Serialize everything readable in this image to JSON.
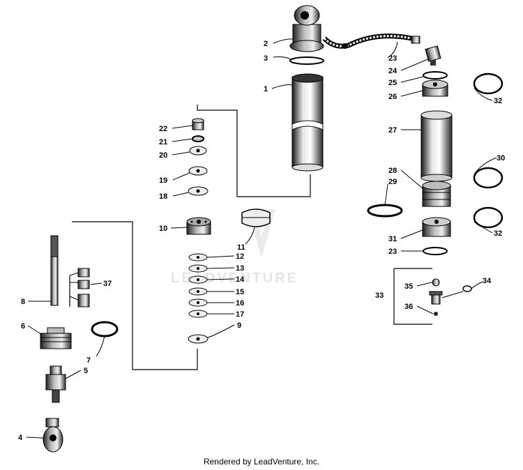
{
  "watermark": "LEADVENTURE",
  "footer": "Rendered by LeadVenture, Inc.",
  "callouts": {
    "c1": "1",
    "c2": "2",
    "c3": "3",
    "c4": "4",
    "c5": "5",
    "c6": "6",
    "c7": "7",
    "c8": "8",
    "c9": "9",
    "c10": "10",
    "c11": "11",
    "c12": "12",
    "c13": "13",
    "c14": "14",
    "c15": "15",
    "c16": "16",
    "c17": "17",
    "c18": "18",
    "c19": "19",
    "c20": "20",
    "c21": "21",
    "c22": "22",
    "c23a": "23",
    "c23b": "23",
    "c24": "24",
    "c25": "25",
    "c26": "26",
    "c27": "27",
    "c28": "28",
    "c29": "29",
    "c30": "30",
    "c31": "31",
    "c32a": "32",
    "c32b": "32",
    "c33": "33",
    "c34": "34",
    "c35": "35",
    "c36": "36",
    "c37": "37"
  }
}
